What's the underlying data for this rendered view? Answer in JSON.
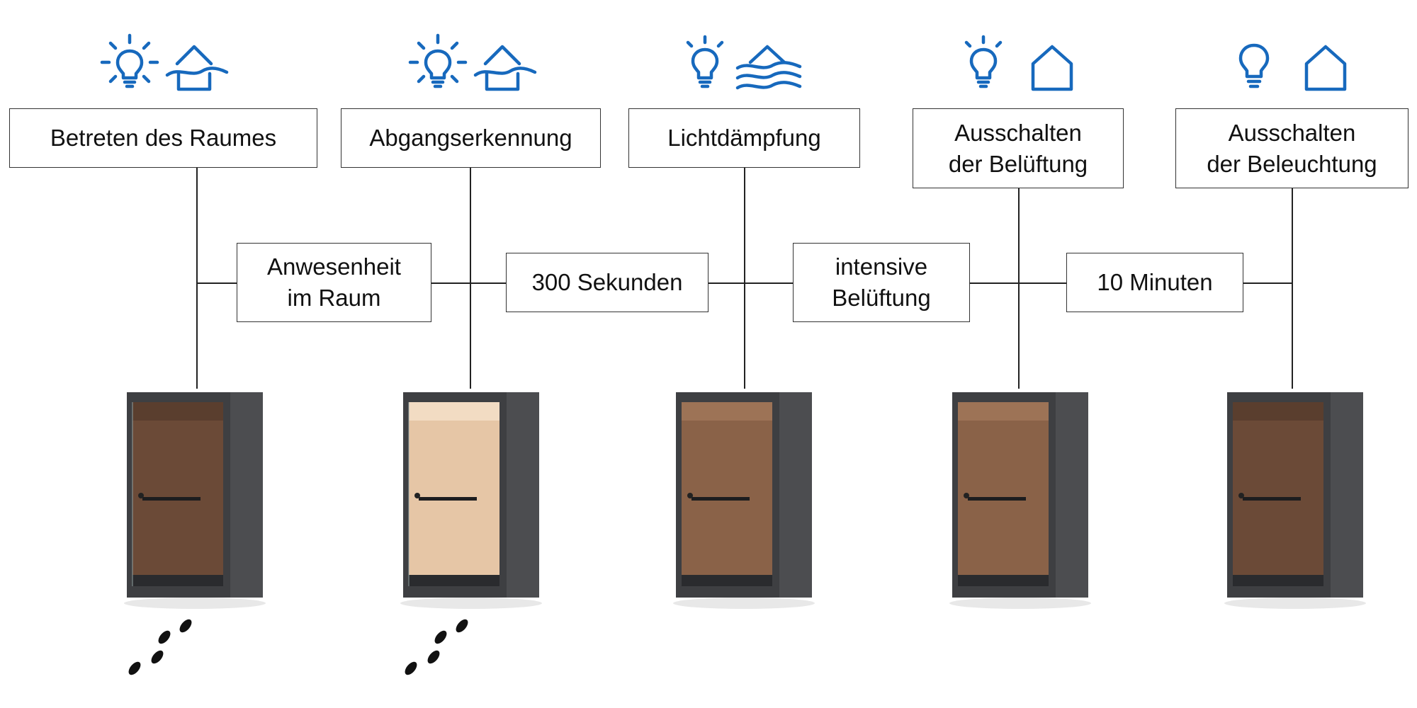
{
  "accent_color": "#1769bd",
  "booth_colors": {
    "frame": "#3e3f42",
    "interior_off": "#6b4a37",
    "interior_on": "#e6c6a6",
    "floor": "#2a2b2e"
  },
  "stages": [
    {
      "label": "Betreten des Raumes",
      "light_state": "on",
      "house_state": "ventilation-low",
      "interior": "off",
      "footprints": true
    },
    {
      "label": "Abgangserkennung",
      "light_state": "on",
      "house_state": "ventilation-low",
      "interior": "on",
      "footprints": true
    },
    {
      "label": "Lichtdämpfung",
      "light_state": "dimmed",
      "house_state": "ventilation-high",
      "interior": "off",
      "footprints": false
    },
    {
      "label": "Ausschalten\nder Belüftung",
      "light_state": "dimmed",
      "house_state": "ventilation-off",
      "interior": "off",
      "footprints": false
    },
    {
      "label": "Ausschalten\nder Beleuchtung",
      "light_state": "off",
      "house_state": "ventilation-off",
      "interior": "off",
      "footprints": false
    }
  ],
  "connectors": [
    {
      "label": "Anwesenheit\nim Raum"
    },
    {
      "label": "300 Sekunden"
    },
    {
      "label": "intensive\nBelüftung"
    },
    {
      "label": "10 Minuten"
    }
  ]
}
